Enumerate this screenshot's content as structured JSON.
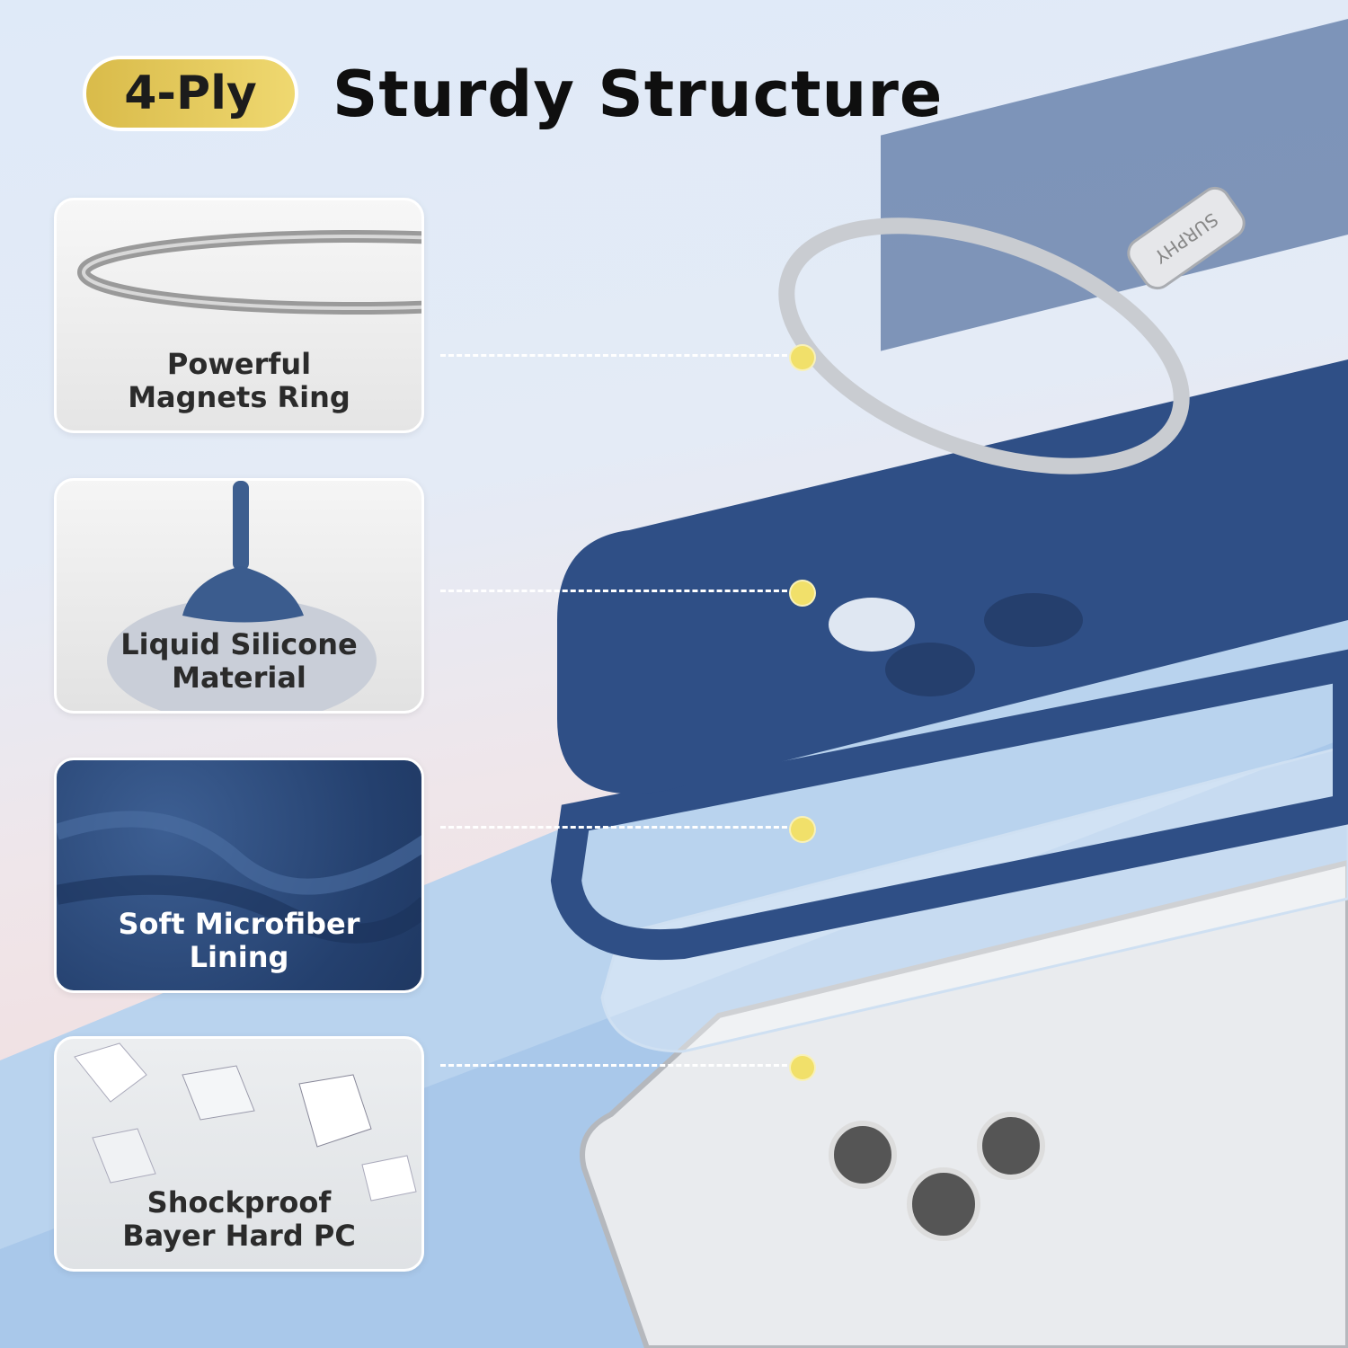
{
  "header": {
    "badge": "4-Ply",
    "title": "Sturdy Structure"
  },
  "layers": [
    {
      "line1": "Powerful",
      "line2": "Magnets Ring",
      "icon": "magnet-ring-icon"
    },
    {
      "line1": "Liquid Silicone",
      "line2": "Material",
      "icon": "silicone-drip-icon"
    },
    {
      "line1": "Soft Microfiber",
      "line2": "Lining",
      "icon": "microfiber-icon"
    },
    {
      "line1": "Shockproof",
      "line2": "Bayer Hard PC",
      "icon": "crystal-icon"
    }
  ],
  "brand": "SURPHY",
  "colors": {
    "case_blue": "#2f4f86",
    "accent_yellow": "#f1e06a",
    "badge_gold": "#e4c95c"
  }
}
